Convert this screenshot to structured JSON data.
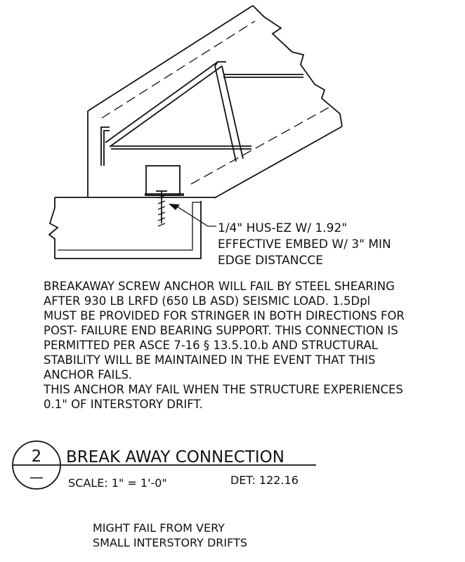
{
  "callout": {
    "lines": [
      "1/4\" HUS-EZ W/ 1.92\"",
      "EFFECTIVE EMBED W/ 3\" MIN",
      "EDGE DISTANCCE"
    ]
  },
  "notes": {
    "lines": [
      "BREAKAWAY SCREW ANCHOR WILL FAIL BY STEEL SHEARING",
      "AFTER 930 LB LRFD (650 LB ASD) SEISMIC LOAD.  1.5Dpl",
      "MUST BE PROVIDED FOR STRINGER IN BOTH DIRECTIONS FOR",
      "POST- FAILURE END BEARING SUPPORT. THIS CONNECTION IS",
      "PERMITTED PER ASCE 7-16 § 13.5.10.b AND STRUCTURAL",
      "STABILITY WILL BE MAINTAINED IN THE EVENT THAT THIS",
      "ANCHOR FAILS.",
      "THIS ANCHOR MAY FAIL WHEN THE STRUCTURE EXPERIENCES",
      "0.1\" OF INTERSTORY DRIFT."
    ]
  },
  "title_block": {
    "detail_number": "2",
    "sheet_ref": "—",
    "title": "BREAK AWAY CONNECTION",
    "scale": "SCALE:  1\"  =  1'-0\"",
    "det": "DET:  122.16"
  },
  "footnote": {
    "lines": [
      "MIGHT FAIL FROM VERY",
      "SMALL INTERSTORY DRIFTS"
    ]
  },
  "colors": {
    "ink": "#111111",
    "background": "#ffffff"
  }
}
